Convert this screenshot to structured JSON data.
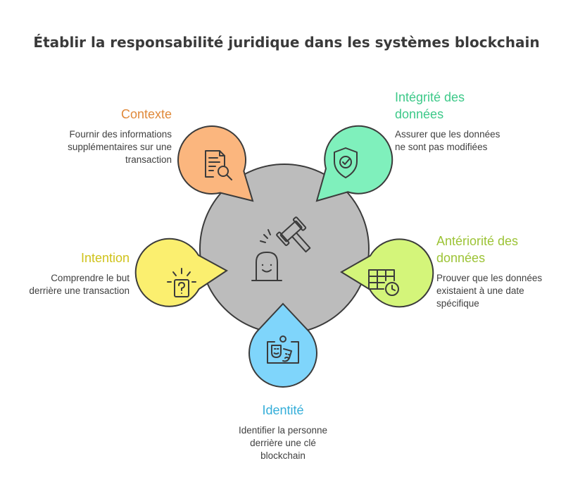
{
  "title": "Établir la responsabilité juridique dans les systèmes blockchain",
  "center": {
    "icon": "gavel-tombstone-icon",
    "fill": "#bcbcbc"
  },
  "items": {
    "contexte": {
      "heading": "Contexte",
      "description": [
        "Fournir des informations",
        "supplémentaires sur une",
        "transaction"
      ],
      "color": "#fbb67e",
      "text_color": "#e0893a",
      "icon": "document-search-icon"
    },
    "integrite": {
      "heading": [
        "Intégrité des",
        "données"
      ],
      "description": [
        "Assurer que les données",
        "ne sont pas modifiées"
      ],
      "color": "#7ff0bc",
      "text_color": "#3dc989",
      "icon": "shield-check-icon"
    },
    "anteriorite": {
      "heading": [
        "Antériorité des",
        "données"
      ],
      "description": [
        "Prouver que les données",
        "existaient à une date",
        "spécifique"
      ],
      "color": "#d4f57a",
      "text_color": "#9cc335",
      "icon": "table-clock-icon"
    },
    "identite": {
      "heading": "Identité",
      "description": [
        "Identifier la personne",
        "derrière une clé",
        "blockchain"
      ],
      "color": "#7fd5fb",
      "text_color": "#34aed9",
      "icon": "masks-badge-icon"
    },
    "intention": {
      "heading": "Intention",
      "description": [
        "Comprendre le but",
        "derrière une transaction"
      ],
      "color": "#fbef6f",
      "text_color": "#cfc21a",
      "icon": "question-idea-icon"
    }
  }
}
